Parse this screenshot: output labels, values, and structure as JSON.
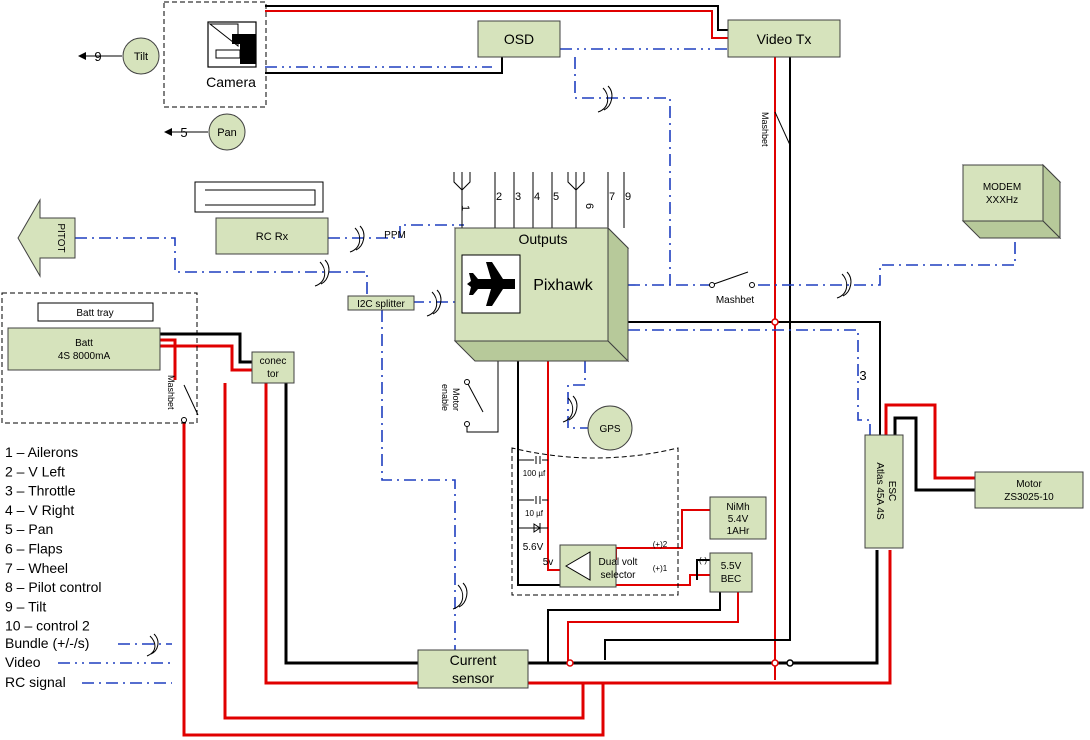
{
  "components": {
    "camera": "Camera",
    "osd": "OSD",
    "video_tx": "Video Tx",
    "tilt": "Tilt",
    "pan": "Pan",
    "tilt_channel": "9",
    "pan_channel": "5",
    "rc_rx": "RC Rx",
    "ppm": "PPM",
    "pitot": "PITOT",
    "outputs": "Outputs",
    "pixhawk": "Pixhawk",
    "modem_line1": "MODEM",
    "modem_line2": "XXXHz",
    "batt_tray": "Batt tray",
    "batt_line1": "Batt",
    "batt_line2": "4S 8000mA",
    "connector_line1": "conec",
    "connector_line2": "tor",
    "i2c_splitter": "I2C splitter",
    "gps": "GPS",
    "motor_enable_line1": "Motor",
    "motor_enable_line2": "enable",
    "mashbet": "Mashbet",
    "cap1": "100 µf",
    "cap2": "10 µf",
    "v56": "5.6V",
    "v5": "5v",
    "dual_line1": "Dual volt",
    "dual_line2": "selector",
    "plus2": "(+)2",
    "plus1": "(+)1",
    "minus": "(-)",
    "nimh_line1": "NiMh",
    "nimh_line2": "5.4V",
    "nimh_line3": "1AHr",
    "bec_line1": "5.5V",
    "bec_line2": "BEC",
    "esc_line1": "ESC",
    "esc_line2": "Atlas 45A 4S",
    "motor_line1": "Motor",
    "motor_line2": "ZS3025-10",
    "current_line1": "Current",
    "current_line2": "sensor",
    "channel_3": "3"
  },
  "output_pins": [
    "1",
    "2",
    "3",
    "4",
    "5",
    "6",
    "7",
    "9"
  ],
  "legend": {
    "channels": [
      "1 – Ailerons",
      "2 – V Left",
      "3 – Throttle",
      "4 – V Right",
      "5 – Pan",
      "6 – Flaps",
      "7 – Wheel",
      "8 – Pilot control",
      "9 – Tilt",
      "10 – control 2"
    ],
    "bundle": "Bundle (+/-/s)",
    "video": "Video",
    "rc_signal": "RC signal"
  },
  "colors": {
    "box_fill": "#d6e3bc",
    "power_positive": "#e00000",
    "ground": "#000000",
    "signal": "#1f3fbf"
  }
}
